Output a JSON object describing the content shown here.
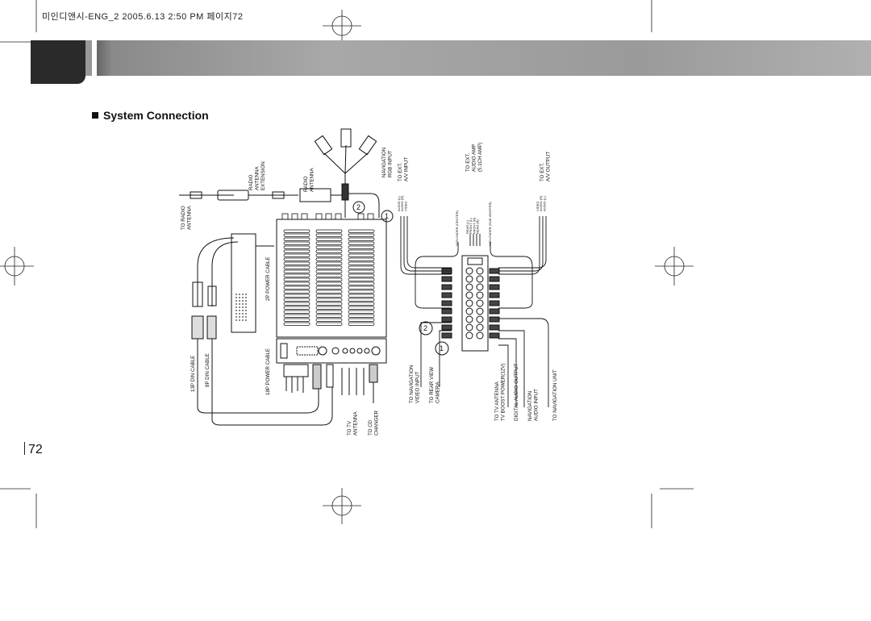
{
  "header": {
    "print_info": "미인디앤시-ENG_2  2005.6.13 2:50 PM 페이지72"
  },
  "section": {
    "title": "System Connection"
  },
  "page_number": "72",
  "diagram": {
    "labels": {
      "to_radio_antenna": [
        "TO RADIO",
        "ANTENNA"
      ],
      "radio_antenna_extension": [
        "RADIO",
        "ANTENNA",
        "EXTENSION"
      ],
      "radio_antenna": [
        "RADIO",
        "ANTENNA"
      ],
      "navigation_rgb_input": [
        "NAVIGATION",
        "RGB INPUT"
      ],
      "to_ext_av_input": [
        "TO EXT.",
        "A/V INPUT"
      ],
      "to_ext_audio_amp": [
        "TO EXT.",
        "AUDIO AMP",
        "(5.1CH AMP)"
      ],
      "to_ext_av_output": [
        "TO EXT.",
        "A/V OUTPUT"
      ],
      "av_input_pins": [
        "AUDIO (L)",
        "AUDIO (R)",
        "VIDEO"
      ],
      "amp_center": "NON-FADER (CENTER)",
      "amp_pins": [
        "REAR (L)",
        "FRONT (L)",
        "FRONT (R)",
        "REAR (R)"
      ],
      "amp_sub": "NON-FADER (SUB WOOFER)",
      "av_output_pins": [
        "VIDEO",
        "AUDIO (R)",
        "AUDIO (L)"
      ],
      "din13": "13P DIN CABLE",
      "din8": "8P DIN CABLE",
      "power2p": "2P POWER CABLE",
      "power18p": "18P POWER CABLE",
      "to_tv_antenna": [
        "TO TV",
        "ANTENNA"
      ],
      "to_cd_changer": [
        "TO CD",
        "CHANGER"
      ],
      "to_nav_video": [
        "TO NAVIGATION",
        "VIDEO INPUT"
      ],
      "to_rear_camera": [
        "TO REAR VIEW",
        "CAMERA"
      ],
      "tv_boost": [
        "TO TV ANTENNA",
        "TV BOOST POWER(12V)"
      ],
      "digital_audio": "DIGITAL AUDIO OUTPUT",
      "nav_audio_input": [
        "NAVIGATION",
        "AUDIO INPUT"
      ],
      "to_nav_unit": "TO NAVIGATION UNIT",
      "callout_1": "1",
      "callout_2": "2"
    }
  }
}
